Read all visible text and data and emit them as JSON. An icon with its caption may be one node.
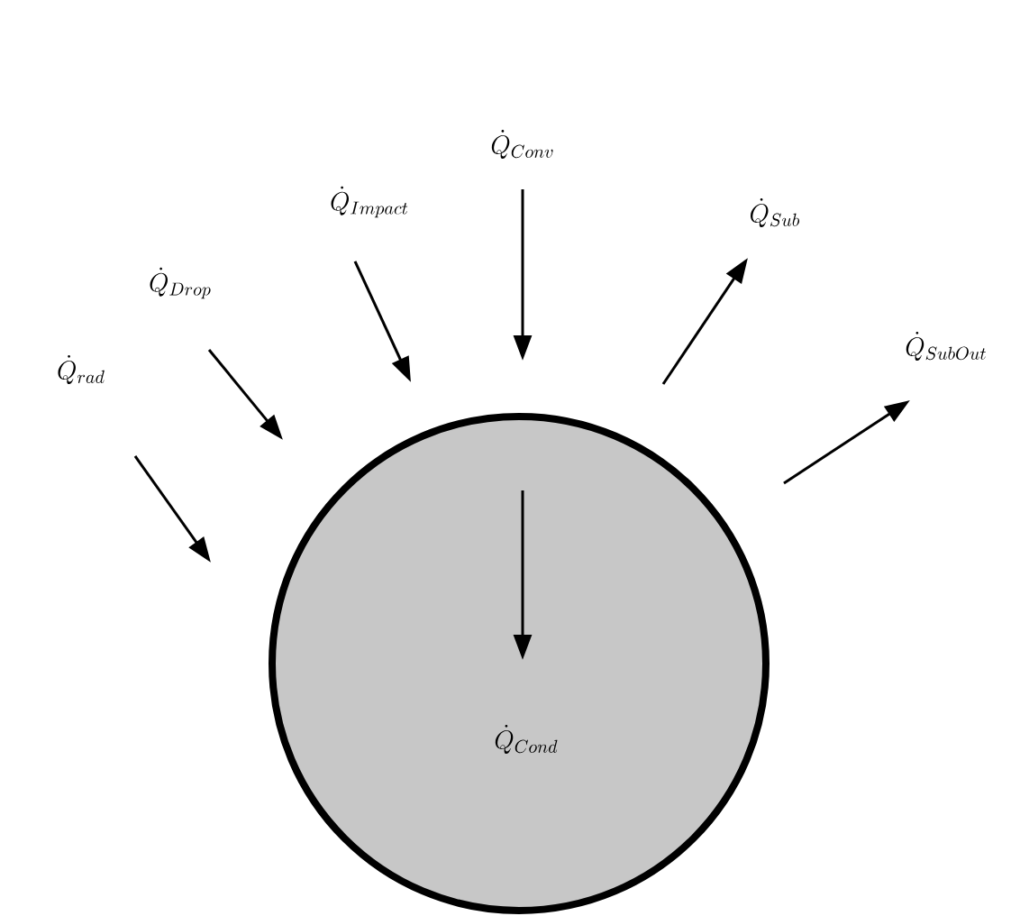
{
  "diagram": {
    "nodes": [
      {
        "text": [
          "\\dot{Q}_{Cond}"
        ]
      }
    ],
    "labels": [
      "\\dot{Q}_{rad}",
      "\\dot{Q}_{Drop}",
      "\\dot{Q}_{Impact}",
      "\\dot{Q}_{Conv}",
      "\\dot{Q}_{Sub}",
      "\\dot{Q}_{SubOut}"
    ]
  }
}
